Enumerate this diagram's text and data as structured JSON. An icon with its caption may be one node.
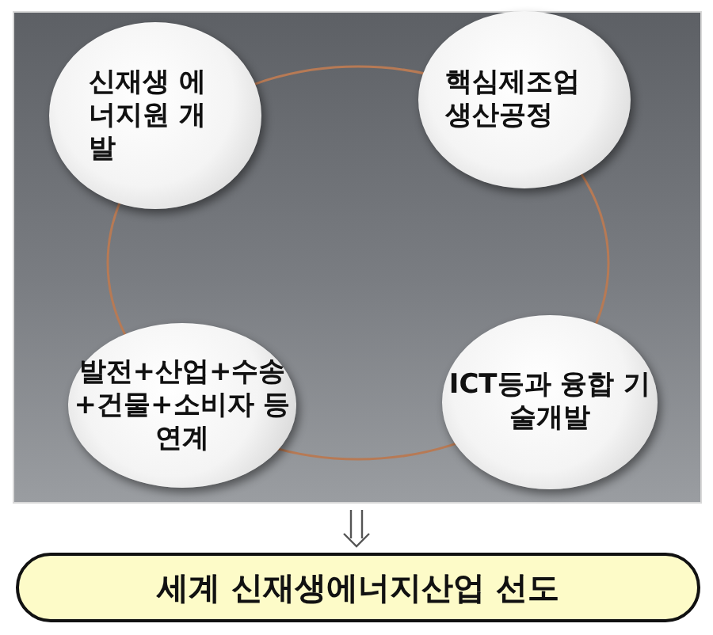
{
  "diagram": {
    "nodes": [
      {
        "text": [],
        "shape": "box"
      },
      {
        "text": [
          "신재생 에너지원 개발"
        ],
        "in": 0
      },
      {
        "text": [
          "핵심제조업 생산공정"
        ],
        "in": 0
      },
      {
        "text": [
          "발전+산업+수송 +건물+소비자 등 연계"
        ],
        "in": 0
      },
      {
        "text": [
          "ICT등과 융합 기술개발"
        ],
        "in": 0
      },
      {
        "text": [
          "세계 신재생에너지산업 선도"
        ]
      }
    ],
    "edges": [
      {
        "from": 0,
        "to": 5,
        "arrow": "to"
      }
    ]
  }
}
